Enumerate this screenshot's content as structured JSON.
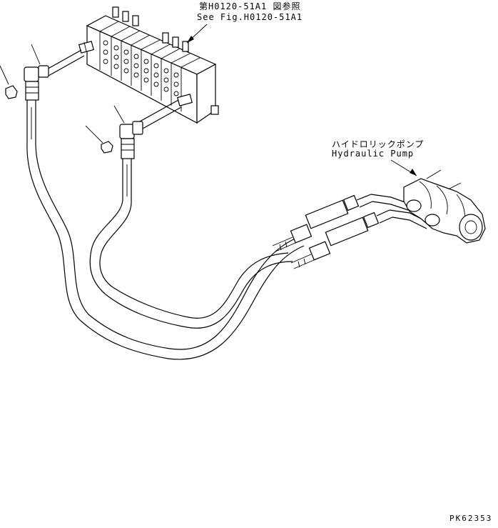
{
  "labels": {
    "valve_ref_jp": "第H0120-51A1 図参照",
    "valve_ref_en": "See Fig.H0120-51A1",
    "pump_jp": "ハイドロリックポンプ",
    "pump_en": "Hydraulic Pump",
    "drawing_code": "PK62353"
  }
}
